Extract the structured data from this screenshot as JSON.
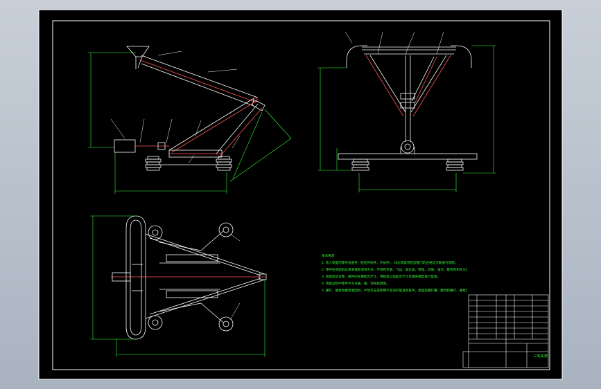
{
  "drawing": {
    "sheet_background": "#000000",
    "line_color": "#ffffff",
    "accent_color": "#ff4444",
    "dimension_color": "#33ff33",
    "notes_title": "技术要求",
    "notes": [
      "1. 装入装配的零件及部件（包括外购件、外协件），均必须具有检验部门的合格证方能进行装配。",
      "2. 零件在装配前必须清理和清洗干净，不得有毛刺、飞边、氧化皮、锈蚀、切屑、油污、着色剂和灰尘等。",
      "3. 装配前应对零、部件的主要配合尺寸，特别是过盈配合尺寸及相关精度进行复查。",
      "4. 装配过程中零件不允许磕、碰、划伤和锈蚀。",
      "5. 螺钉、螺栓和螺母紧固时，严禁打击或使用不合适的旋具和扳手，紧固后螺钉槽、螺母和螺钉、螺栓头部不得损坏。"
    ],
    "title_block_name": "三轮车架"
  }
}
